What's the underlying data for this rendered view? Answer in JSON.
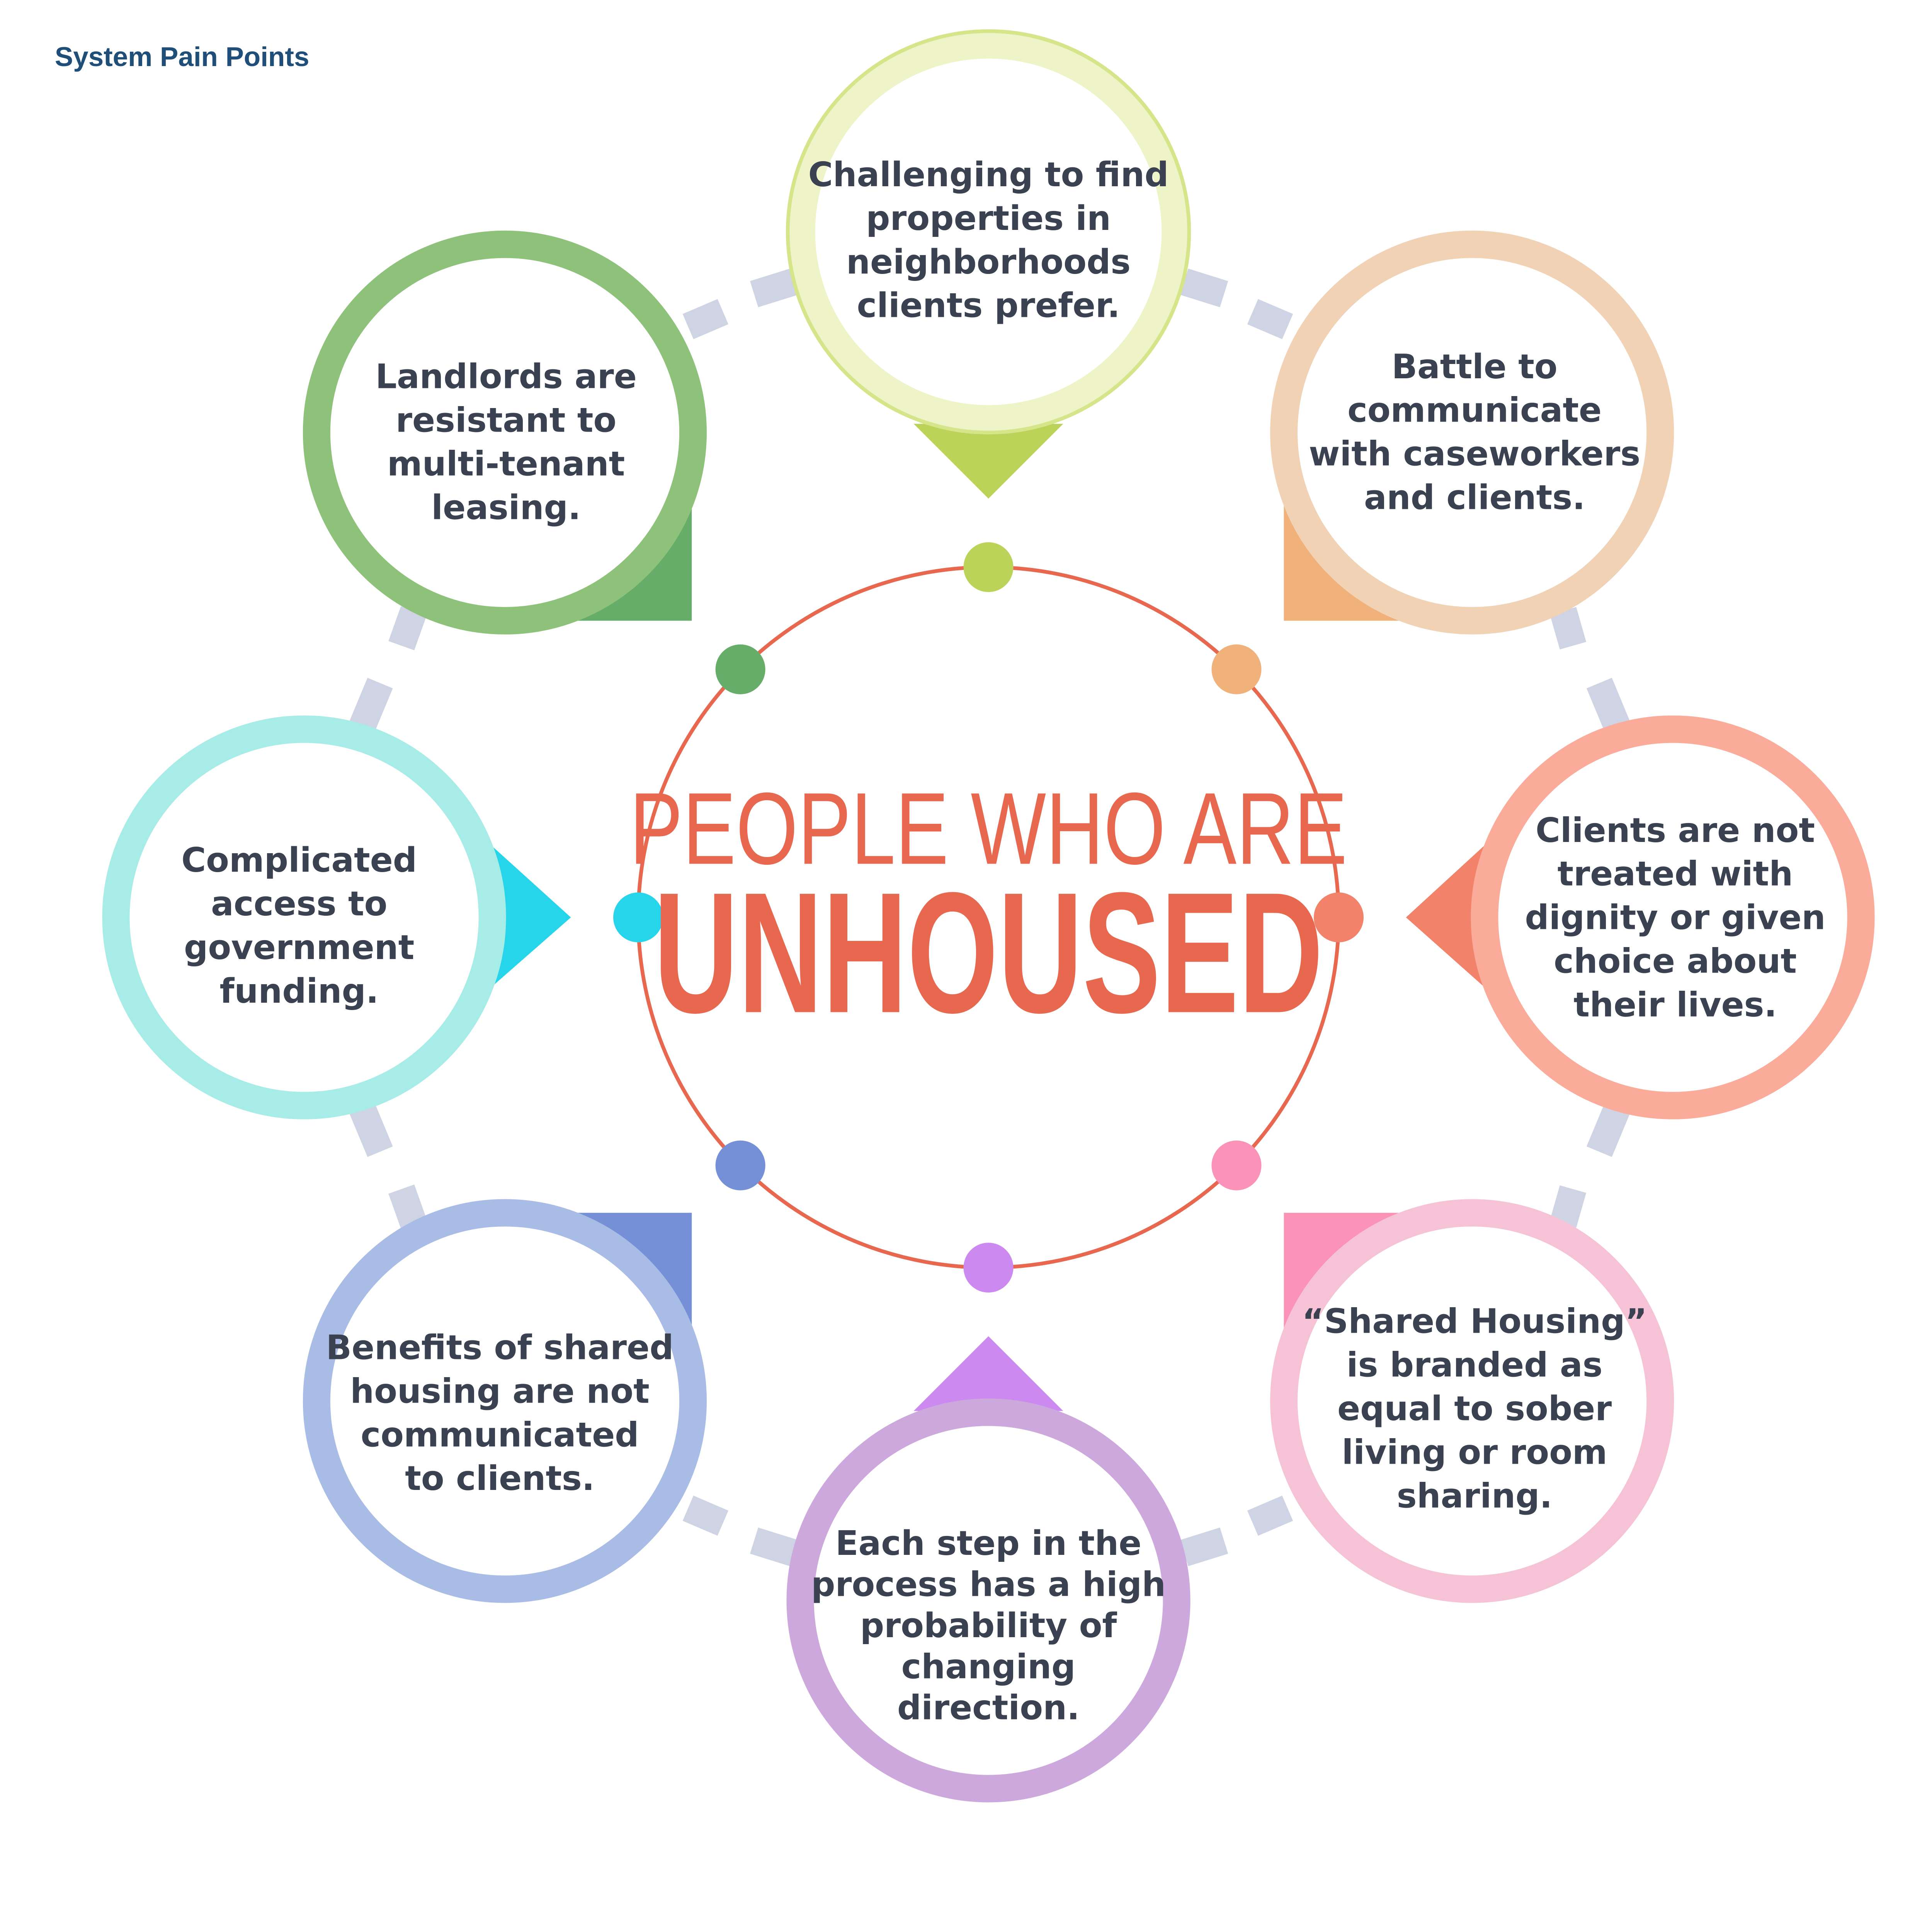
{
  "title": "System Pain Points",
  "center": {
    "line1": "PEOPLE WHO ARE",
    "line2": "UNHOUSED",
    "color": "#e8684f"
  },
  "connector_color": "#cfd4e4",
  "text_color": "#3a4150",
  "title_color": "#1f4e79",
  "nodes": [
    {
      "id": "top",
      "ring_color": "#e2ecb0",
      "accent_color": "#bcd35a",
      "lines": [
        "Challenging to find",
        "properties in",
        "neighborhoods",
        "clients prefer."
      ]
    },
    {
      "id": "top-right",
      "ring_color": "#f1d2b4",
      "accent_color": "#f0b27a",
      "lines": [
        "Battle to",
        "communicate",
        "with caseworkers",
        "and clients."
      ]
    },
    {
      "id": "right",
      "ring_color": "#fbab99",
      "accent_color": "#f2826a",
      "lines": [
        "Clients are not",
        "treated with",
        "dignity or given",
        "choice about",
        "their lives."
      ]
    },
    {
      "id": "bottom-right",
      "ring_color": "#f6c2d6",
      "accent_color": "#fb93b8",
      "lines": [
        "“Shared Housing”",
        "is branded as",
        "equal to sober",
        "living or room",
        "sharing."
      ]
    },
    {
      "id": "bottom",
      "ring_color": "#cca8dc",
      "accent_color": "#cc8af0",
      "lines": [
        "Each step in the",
        "process has a high",
        "probability of",
        "changing",
        "direction."
      ]
    },
    {
      "id": "bottom-left",
      "ring_color": "#a9bce6",
      "accent_color": "#7590d6",
      "lines": [
        "Benefits of shared",
        "housing are not",
        "communicated",
        "to clients."
      ]
    },
    {
      "id": "left",
      "ring_color": "#a8ece8",
      "accent_color": "#27d5ea",
      "lines": [
        "Complicated",
        "access to",
        "government",
        "funding."
      ]
    },
    {
      "id": "top-left",
      "ring_color": "#8ec179",
      "accent_color": "#66ad6a",
      "lines": [
        "Landlords are",
        "resistant to",
        "multi-tenant",
        "leasing."
      ]
    }
  ]
}
